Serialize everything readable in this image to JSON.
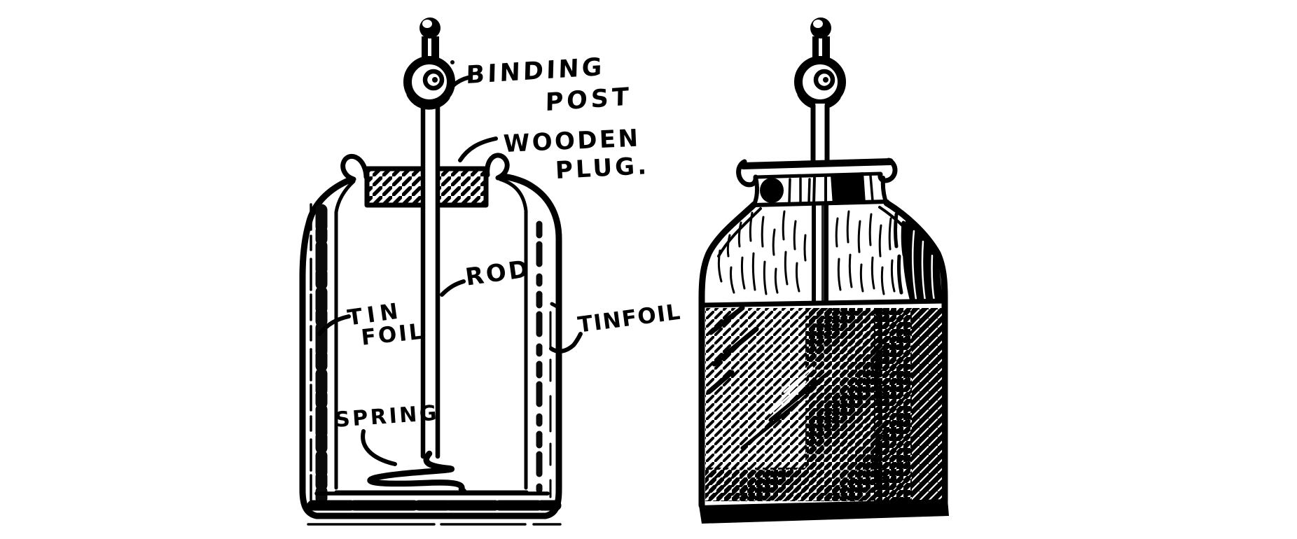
{
  "figure": {
    "description": "Hand-drawn Leyden jar construction diagram, sectional view and finished exterior view",
    "colors": {
      "ink": "#000000",
      "paper": "#ffffff"
    },
    "left_jar": {
      "view": "cross-section",
      "labels": {
        "binding_post_line1": "BINDING",
        "binding_post_line2": "POST",
        "wooden_plug_line1": "WOODEN",
        "wooden_plug_line2": "PLUG.",
        "rod": "ROD",
        "tin_foil_line1": "TIN",
        "tin_foil_line2": "FOIL",
        "spring": "SPRING"
      }
    },
    "right_jar": {
      "view": "exterior",
      "labels": {
        "tinfoil": "TINFOIL"
      }
    }
  }
}
